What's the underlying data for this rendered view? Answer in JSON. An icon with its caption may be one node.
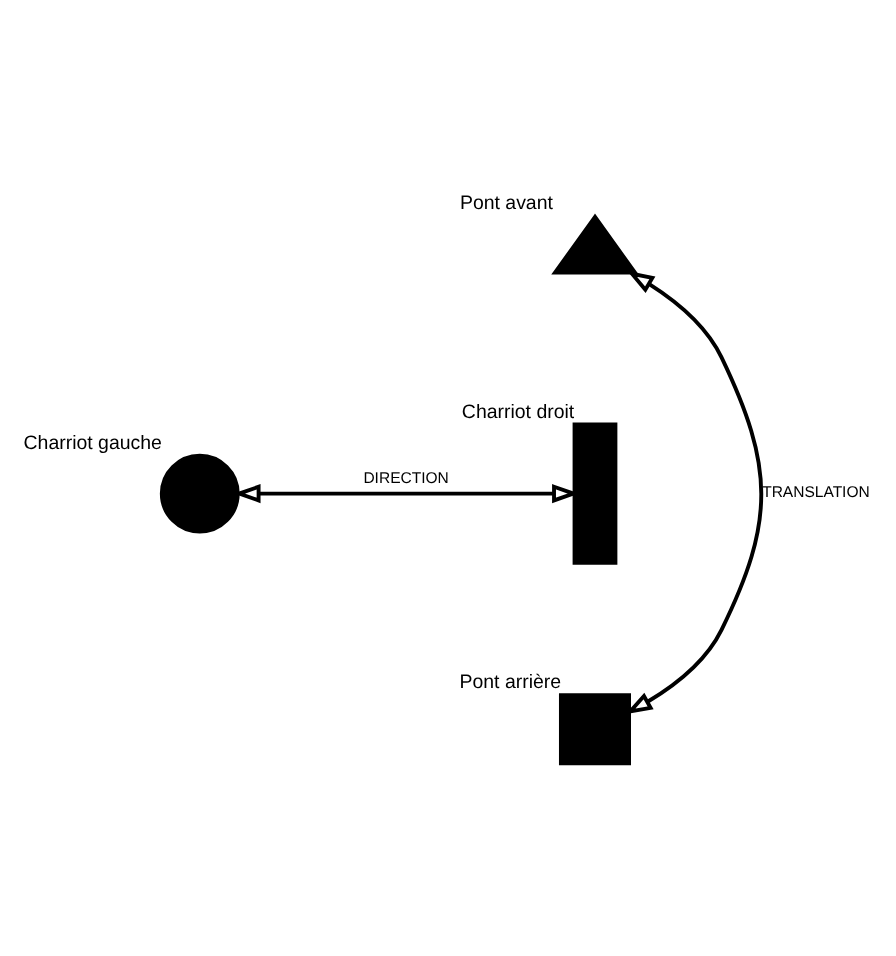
{
  "diagram": {
    "nodes": [
      {
        "text": [],
        "shape": "triangle",
        "beside": [
          "Pont avant"
        ]
      },
      {
        "text": [],
        "shape": "circle",
        "beside": [
          "Charriot gauche"
        ]
      },
      {
        "text": [],
        "shape": "bar",
        "beside": [
          "Charriot droit"
        ]
      },
      {
        "text": [],
        "shape": "box",
        "beside": [
          "Pont arrière"
        ]
      }
    ],
    "edges": [
      {
        "from": 0,
        "to": 3,
        "arrow": "both",
        "label": "TRANSLATION"
      },
      {
        "from": 1,
        "to": 2,
        "arrow": "both",
        "label": "DIRECTION"
      }
    ]
  }
}
